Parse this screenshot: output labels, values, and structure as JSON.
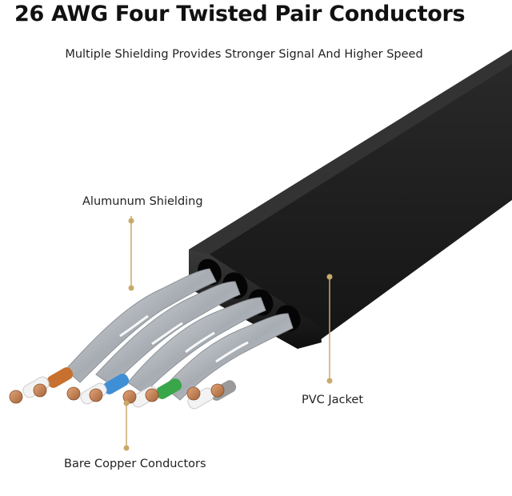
{
  "title": "26 AWG Four Twisted Pair Conductors",
  "subtitle": "Multiple Shielding Provides Stronger Signal And Higher Speed",
  "callouts": {
    "shielding": "Alumunum Shielding",
    "jacket": "PVC Jacket",
    "copper": "Bare Copper Conductors"
  },
  "colors": {
    "jacket": "#1c1c1c",
    "foil": "#c9ccd0",
    "leader": "#c9a96b",
    "copper": "#c9865a",
    "pair_colors": [
      "#c8702f",
      "#3f8fd6",
      "#3aa64a",
      "#8a8a8a"
    ]
  }
}
